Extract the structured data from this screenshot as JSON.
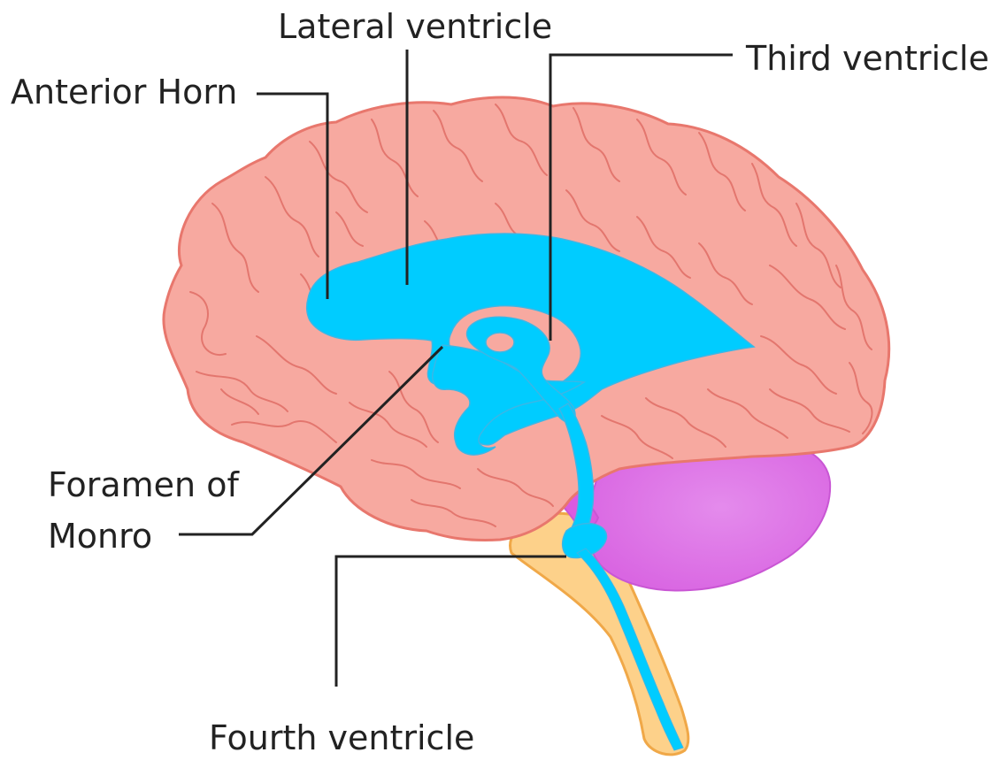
{
  "labels": {
    "lateral_ventricle": "Lateral ventricle",
    "third_ventricle": "Third ventricle",
    "anterior_horn": "Anterior Horn",
    "foramen_line1": "Foramen of",
    "foramen_line2": "Monro",
    "fourth_ventricle": "Fourth ventricle"
  },
  "colors": {
    "cerebrum_fill": "#f7a9a0",
    "cerebrum_stroke": "#e8776d",
    "gyri_stroke": "#e06e66",
    "ventricle_fill": "#00ccff",
    "ventricle_stroke": "#3ab7e6",
    "cerebellum_fill": "#e07ee8",
    "cerebellum_dark": "#d95be0",
    "brainstem_fill": "#fdd18a",
    "brainstem_stroke": "#f0a848",
    "leader_line": "#222222",
    "label_text": "#222222"
  }
}
